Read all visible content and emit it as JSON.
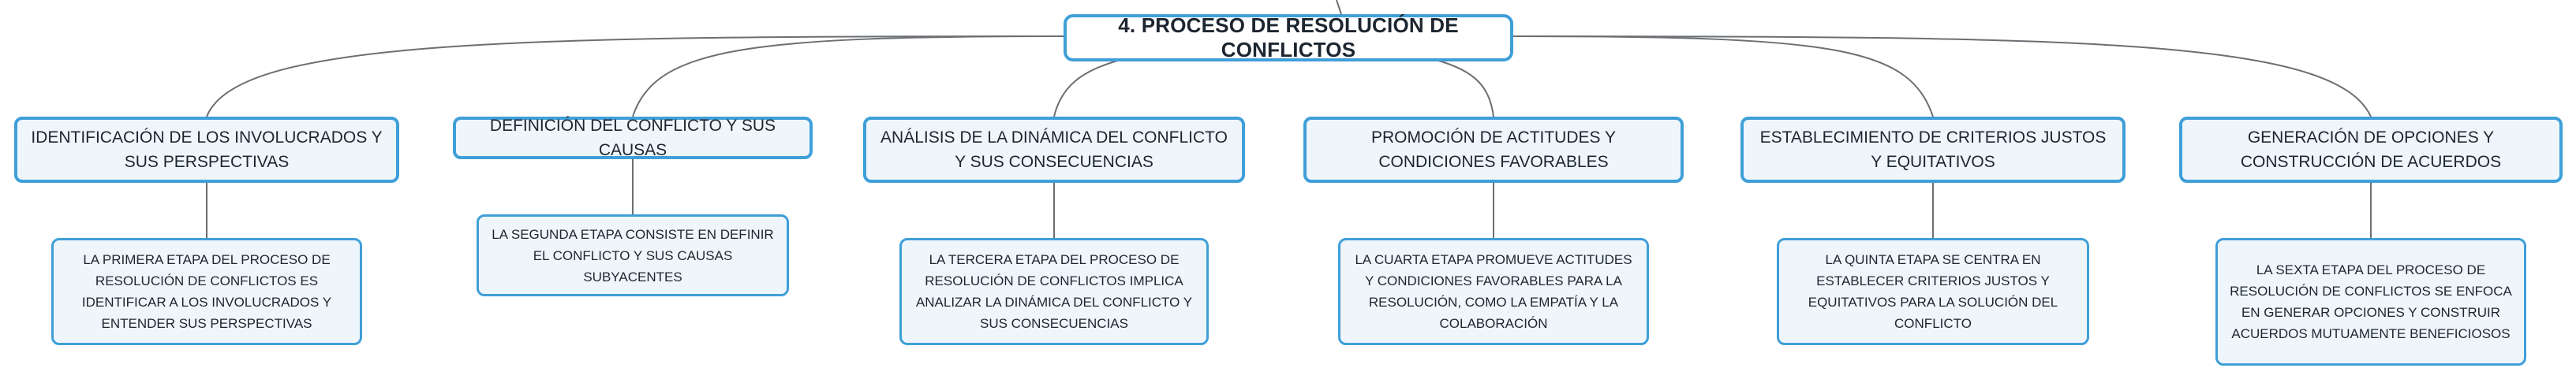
{
  "diagram": {
    "root": {
      "label": "4. PROCESO DE RESOLUCIÓN DE CONFLICTOS"
    },
    "steps": [
      {
        "title": "IDENTIFICACIÓN DE LOS INVOLUCRADOS Y SUS PERSPECTIVAS",
        "detail": "LA PRIMERA ETAPA DEL PROCESO DE RESOLUCIÓN DE CONFLICTOS ES IDENTIFICAR A LOS INVOLUCRADOS Y ENTENDER SUS PERSPECTIVAS"
      },
      {
        "title": "DEFINICIÓN DEL CONFLICTO Y SUS CAUSAS",
        "detail": "LA SEGUNDA ETAPA CONSISTE EN DEFINIR EL CONFLICTO Y SUS CAUSAS SUBYACENTES"
      },
      {
        "title": "ANÁLISIS DE LA DINÁMICA DEL CONFLICTO Y SUS CONSECUENCIAS",
        "detail": "LA TERCERA ETAPA DEL PROCESO DE RESOLUCIÓN DE CONFLICTOS IMPLICA ANALIZAR LA DINÁMICA DEL CONFLICTO Y SUS CONSECUENCIAS"
      },
      {
        "title": "PROMOCIÓN DE ACTITUDES Y CONDICIONES FAVORABLES",
        "detail": "LA CUARTA ETAPA PROMUEVE ACTITUDES Y CONDICIONES FAVORABLES PARA LA RESOLUCIÓN, COMO LA EMPATÍA Y LA COLABORACIÓN"
      },
      {
        "title": "ESTABLECIMIENTO DE CRITERIOS JUSTOS Y EQUITATIVOS",
        "detail": "LA QUINTA ETAPA SE CENTRA EN ESTABLECER CRITERIOS JUSTOS Y EQUITATIVOS PARA LA SOLUCIÓN DEL CONFLICTO"
      },
      {
        "title": "GENERACIÓN DE OPCIONES Y CONSTRUCCIÓN DE ACUERDOS",
        "detail": "LA SEXTA ETAPA DEL PROCESO DE RESOLUCIÓN DE CONFLICTOS SE ENFOCA EN GENERAR OPCIONES Y CONSTRUIR ACUERDOS MUTUAMENTE BENEFICIOSOS"
      }
    ]
  },
  "colors": {
    "border": "#3f9fd8",
    "fill": "#eff6fb",
    "connector": "#6b6f73",
    "text": "#1d2530"
  }
}
